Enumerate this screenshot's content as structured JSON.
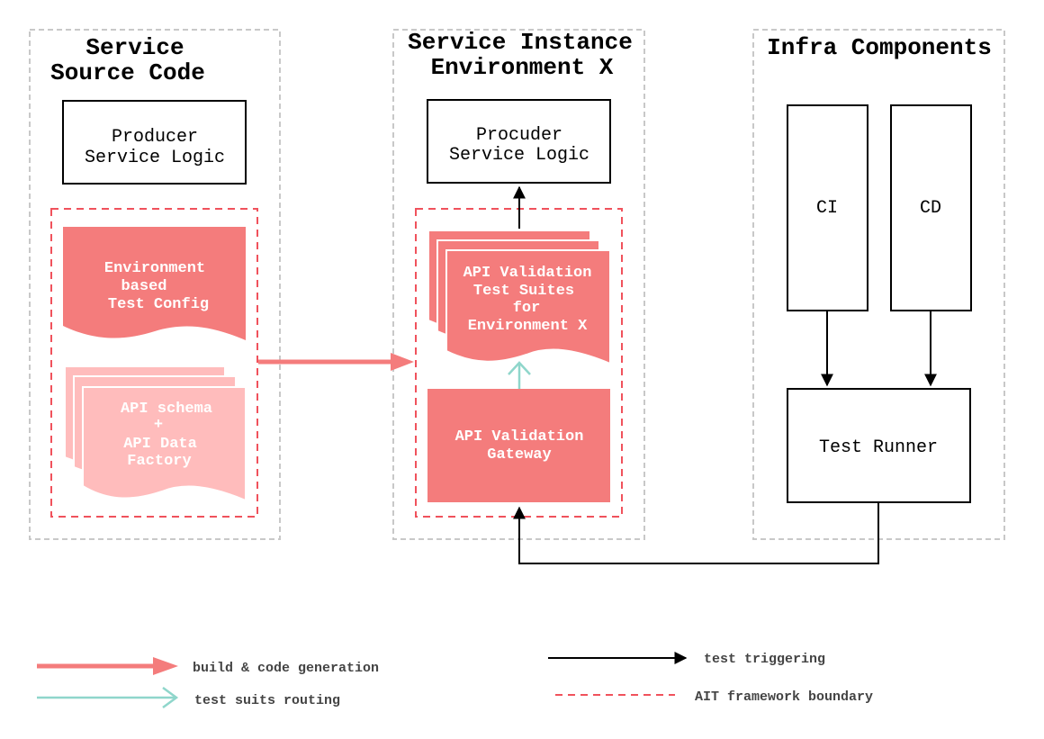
{
  "colors": {
    "accent": "#f47c7c",
    "accent_light": "#ffbcbc",
    "teal": "#8fd6cb",
    "boundary": "#f0525c",
    "container": "#c8c8c8"
  },
  "columns": {
    "source": {
      "title_line1": "Service",
      "title_line2": "Source Code"
    },
    "instance": {
      "title_line1": "Service Instance",
      "title_line2": "Environment X"
    },
    "infra": {
      "title_line1": "Infra Components"
    }
  },
  "boxes": {
    "producer": {
      "line1": "Producer",
      "line2": "Service Logic"
    },
    "procuder": {
      "line1": "Procuder",
      "line2": "Service Logic"
    },
    "ci": "CI",
    "cd": "CD",
    "test_runner": "Test Runner"
  },
  "documents": {
    "env_config": {
      "line1": "Environment",
      "line2": "based",
      "line3": "Test Config"
    },
    "schema": {
      "line1": "API schema",
      "line2": "+",
      "line3": "API Data",
      "line4": "Factory"
    },
    "suites": {
      "line1": "API Validation",
      "line2": "Test Suites",
      "line3": "for",
      "line4": "Environment X"
    },
    "gateway": {
      "line1": "API Validation",
      "line2": "Gateway"
    }
  },
  "legend": {
    "build": "build & code generation",
    "routing": "test suits routing",
    "triggering": "test triggering",
    "boundary": "AIT framework boundary"
  }
}
